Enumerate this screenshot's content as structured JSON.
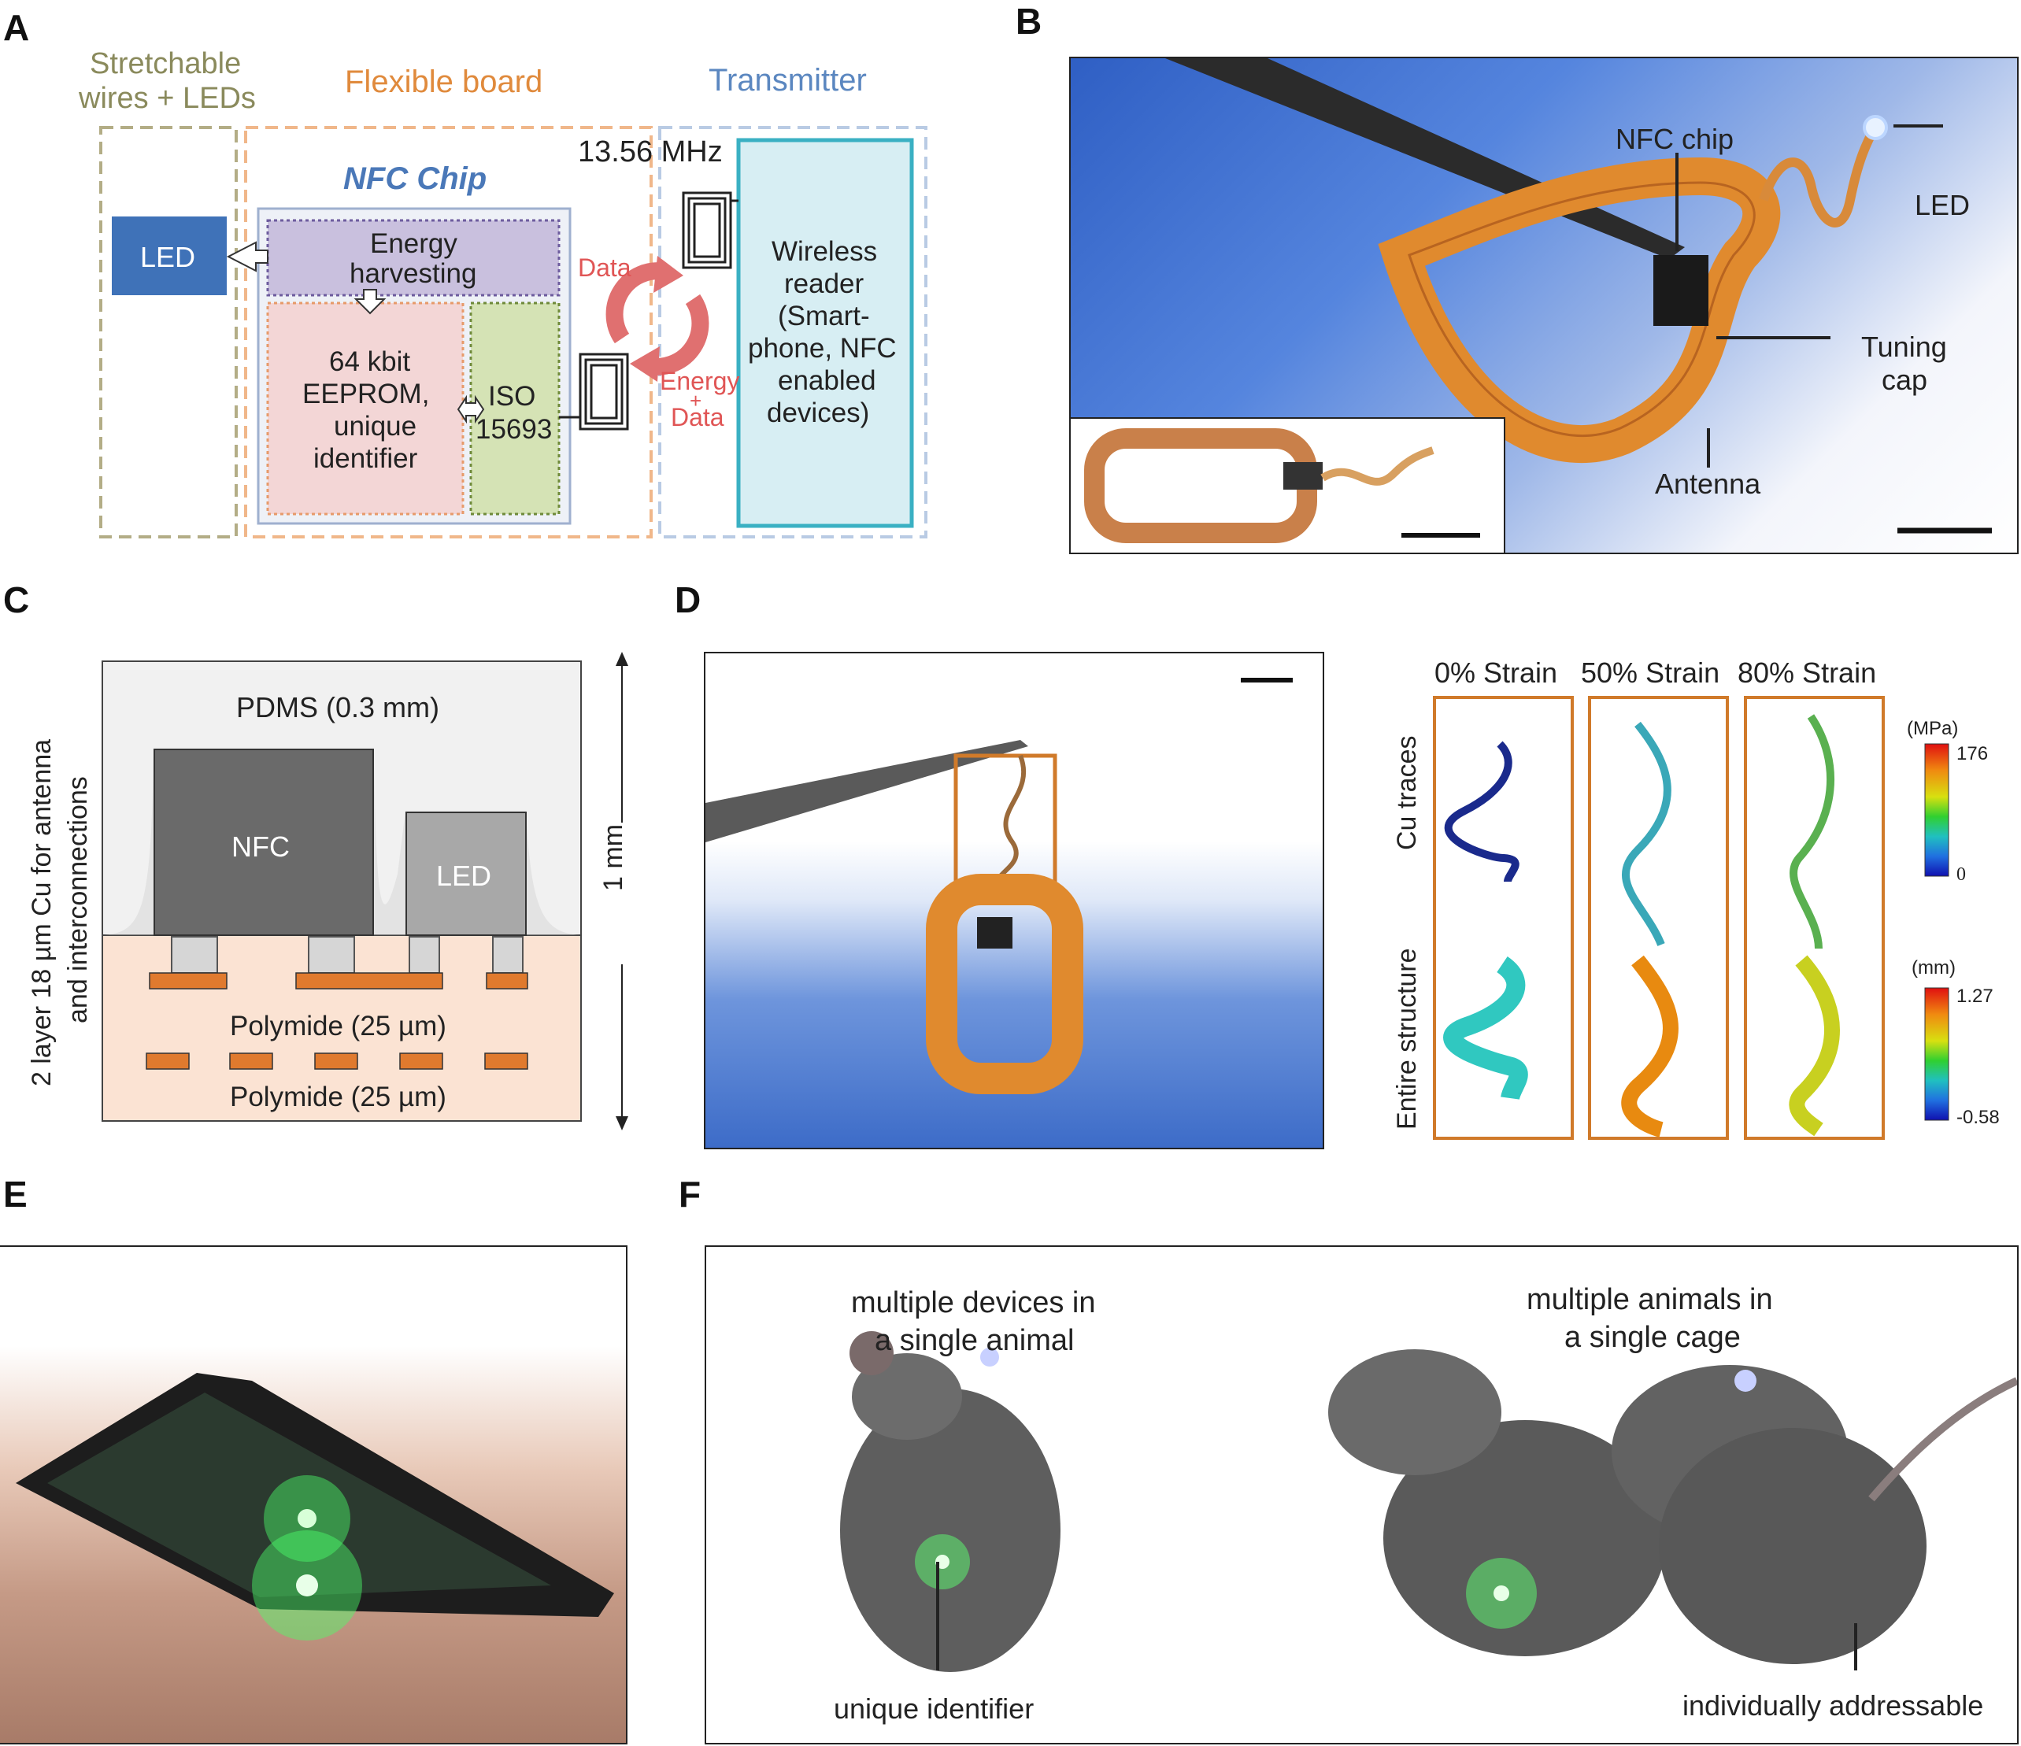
{
  "panels": {
    "a": "A",
    "b": "B",
    "c": "C",
    "d": "D",
    "e": "E",
    "f": "F"
  },
  "colors": {
    "olive": "#8a8a5c",
    "orange": "#e08a3c",
    "blue_label": "#5b87c0",
    "led_box": "#3f72b8",
    "energy": "#c9c0de",
    "eeprom": "#f3d6d6",
    "iso": "#d5e3b5",
    "reader": "#d7eef3",
    "reader_border": "#3ab0c3",
    "arrow_red": "#e07070",
    "cu": "#e07a2e",
    "polyimide": "#fbe3d3",
    "pdms": "#f1f1f1",
    "nfc": "#6a6a6a",
    "led_c": "#a8a8a8",
    "frame": "#d07a2a"
  },
  "a": {
    "stretch_line1": "Stretchable",
    "stretch_line2": "wires + LEDs",
    "flex": "Flexible board",
    "transmitter": "Transmitter",
    "nfc_chip": "NFC Chip",
    "led": "LED",
    "energy1": "Energy",
    "energy2": "harvesting",
    "eeprom1": "64 kbit",
    "eeprom2": "EEPROM,",
    "eeprom3": "unique",
    "eeprom4": "identifier",
    "iso1": "ISO",
    "iso2": "15693",
    "freq": "13.56 MHz",
    "data": "Data",
    "energy_data1": "Energy",
    "energy_data2": "+",
    "energy_data3": "Data",
    "reader1": "Wireless",
    "reader2": "reader",
    "reader3": "(Smart-",
    "reader4": "phone, NFC",
    "reader5": "enabled",
    "reader6": "devices)"
  },
  "b": {
    "nfc": "NFC chip",
    "led": "LED",
    "tuning1": "Tuning",
    "tuning2": "cap",
    "antenna": "Antenna"
  },
  "c": {
    "side1": "2 layer 18 µm Cu for antenna",
    "side2": "and interconnections",
    "pdms": "PDMS (0.3 mm)",
    "nfc": "NFC",
    "led": "LED",
    "poly1": "Polymide (25 µm)",
    "poly2": "Polymide (25 µm)",
    "dim": "1 mm"
  },
  "d": {
    "strain0": "0% Strain",
    "strain50": "50% Strain",
    "strain80": "80% Strain",
    "row1": "Cu traces",
    "row2": "Entire structure",
    "unit1": "(MPa)",
    "max1": "176",
    "min1": "0",
    "unit2": "(mm)",
    "max2": "1.27",
    "min2": "-0.58"
  },
  "f": {
    "title1a": "multiple devices in",
    "title1b": "a single animal",
    "title2a": "multiple animals in",
    "title2b": "a single cage",
    "label1": "unique identifier",
    "label2": "individually addressable"
  }
}
